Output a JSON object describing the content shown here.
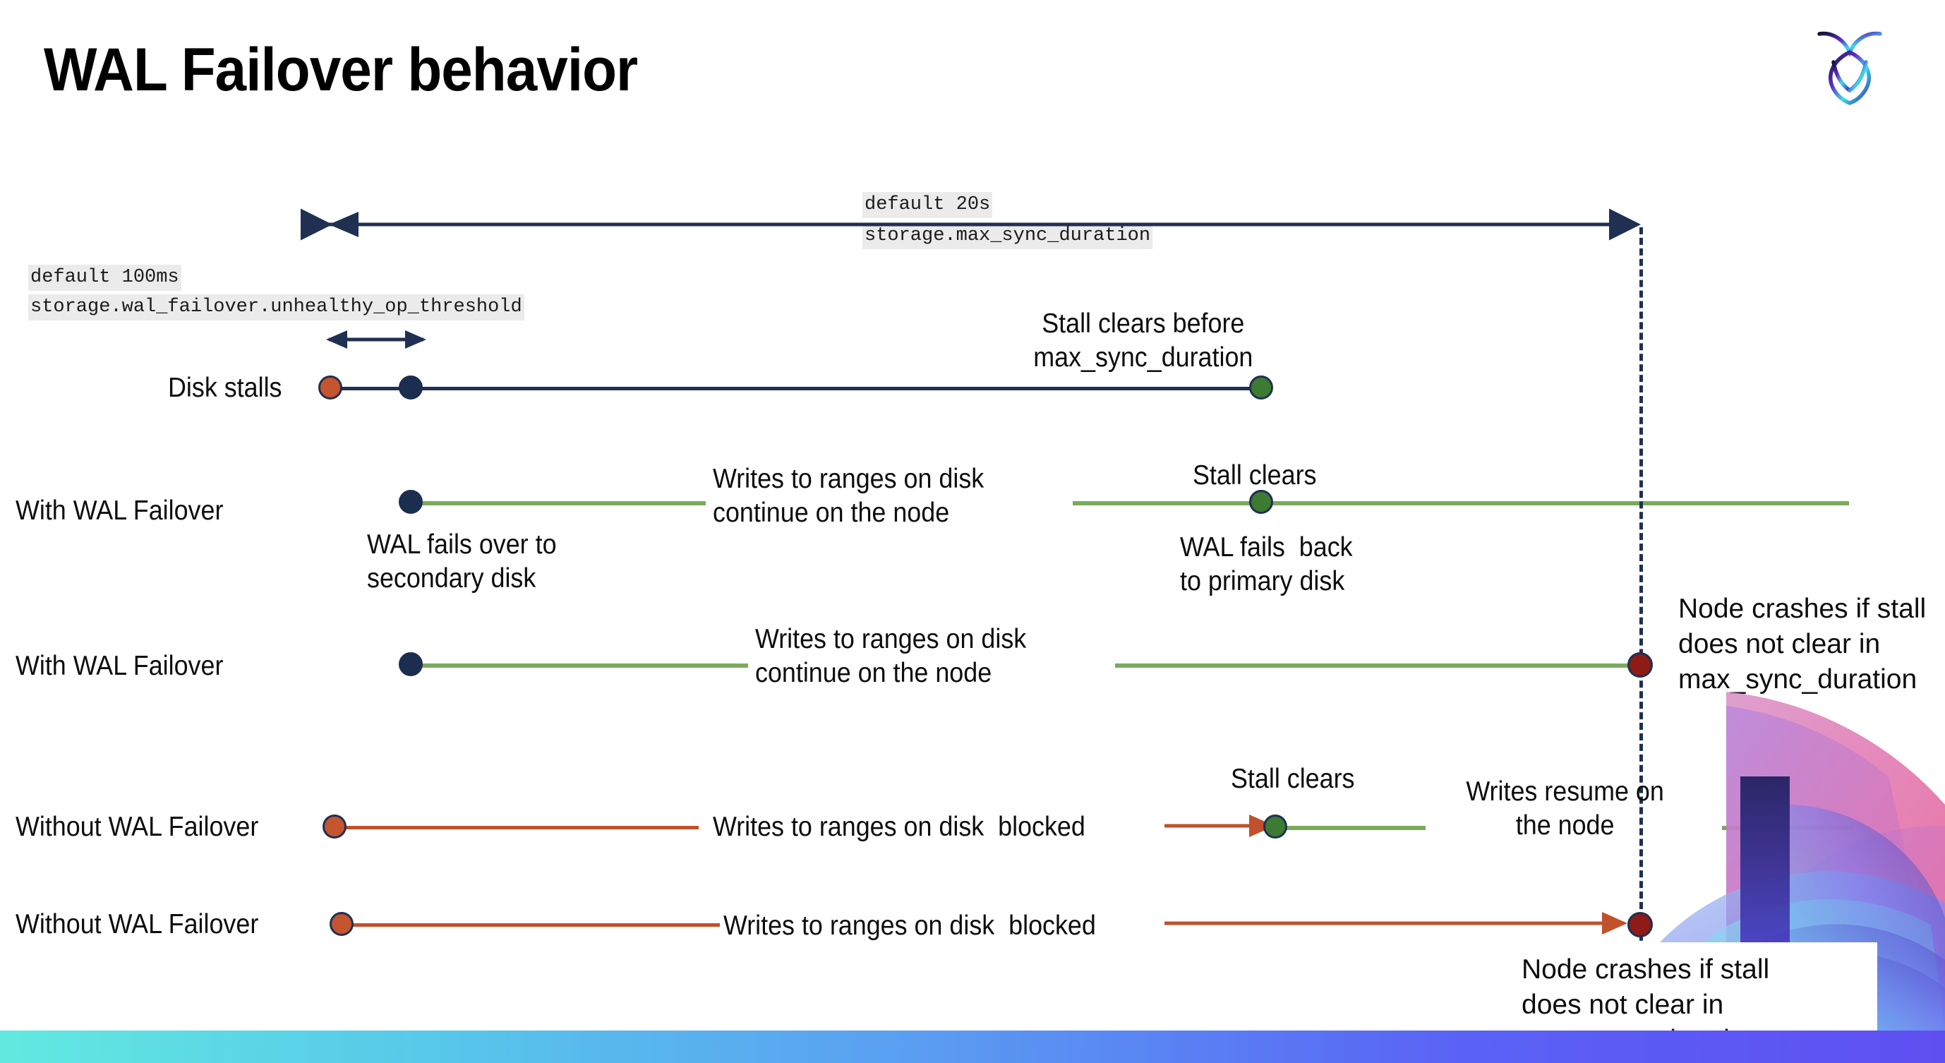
{
  "title": "WAL Failover behavior",
  "logo": {
    "name": "cockroachdb-logo"
  },
  "settings": {
    "max_sync": {
      "default_label": "default 20s",
      "setting_name": "storage.max_sync_duration"
    },
    "unhealthy_op": {
      "default_label": "default 100ms",
      "setting_name": "storage.wal_failover.unhealthy_op_threshold"
    }
  },
  "rows": {
    "disk_stalls": {
      "label": "Disk stalls"
    },
    "with_failover_1": {
      "label": "With WAL Failover"
    },
    "with_failover_2": {
      "label": "With WAL Failover"
    },
    "without_failover_1": {
      "label": "Without WAL Failover"
    },
    "without_failover_2": {
      "label": "Without WAL Failover"
    }
  },
  "annotations": {
    "stall_clears_before": "Stall clears before\nmax_sync_duration",
    "writes_continue_1": "Writes to ranges on disk\ncontinue on the node",
    "writes_continue_2": "Writes to ranges on disk\ncontinue on the node",
    "stall_clears_a": "Stall clears",
    "stall_clears_b": "Stall clears",
    "wal_fails_over": "WAL fails over to\nsecondary disk",
    "wal_fails_back": "WAL fails  back\nto primary disk",
    "node_crashes_top": "Node crashes if stall\ndoes not clear in\nmax_sync_duration",
    "node_crashes_bottom": "Node crashes if stall\ndoes not clear in\nmax_sync_duration",
    "writes_blocked_1": "Writes to ranges on disk  blocked",
    "writes_blocked_2": "Writes to ranges on disk  blocked",
    "writes_resume": "Writes resume on\nthe node"
  },
  "colors": {
    "navy": "#1f3052",
    "green_line": "#7aab5c",
    "red_line": "#c0512c",
    "dot_orange": "#c4552f",
    "dot_navy": "#1b2e4f",
    "dot_green": "#3d7a32",
    "dot_darkred": "#8e1b16",
    "code_bg": "#ebebeb",
    "bar_gradient_start": "#62e9e0",
    "bar_gradient_end": "#5f4ff2"
  }
}
